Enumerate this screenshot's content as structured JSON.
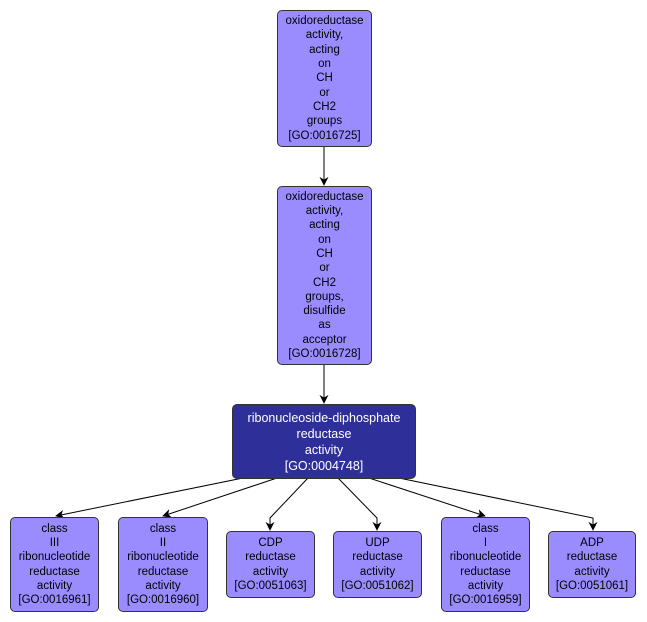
{
  "colors": {
    "node_fill": "#9a8cff",
    "focus_fill": "#2f2f99",
    "edge": "#000000",
    "background": "#ffffff"
  },
  "nodes": [
    {
      "id": "GO:0016725",
      "lines": [
        "oxidoreductase",
        "activity,",
        "acting",
        "on",
        "CH",
        "or",
        "CH2",
        "groups",
        "[GO:0016725]"
      ]
    },
    {
      "id": "GO:0016728",
      "lines": [
        "oxidoreductase",
        "activity,",
        "acting",
        "on",
        "CH",
        "or",
        "CH2",
        "groups,",
        "disulfide",
        "as",
        "acceptor",
        "[GO:0016728]"
      ]
    },
    {
      "id": "GO:0004748",
      "focus": true,
      "lines": [
        "ribonucleoside-diphosphate",
        "reductase",
        "activity",
        "[GO:0004748]"
      ]
    },
    {
      "id": "GO:0016961",
      "lines": [
        "class",
        "III",
        "ribonucleotide",
        "reductase",
        "activity",
        "[GO:0016961]"
      ]
    },
    {
      "id": "GO:0016960",
      "lines": [
        "class",
        "II",
        "ribonucleotide",
        "reductase",
        "activity",
        "[GO:0016960]"
      ]
    },
    {
      "id": "GO:0051063",
      "lines": [
        "CDP",
        "reductase",
        "activity",
        "[GO:0051063]"
      ]
    },
    {
      "id": "GO:0051062",
      "lines": [
        "UDP",
        "reductase",
        "activity",
        "[GO:0051062]"
      ]
    },
    {
      "id": "GO:0016959",
      "lines": [
        "class",
        "I",
        "ribonucleotide",
        "reductase",
        "activity",
        "[GO:0016959]"
      ]
    },
    {
      "id": "GO:0051061",
      "lines": [
        "ADP",
        "reductase",
        "activity",
        "[GO:0051061]"
      ]
    }
  ],
  "edges": [
    {
      "from": "GO:0016725",
      "to": "GO:0016728"
    },
    {
      "from": "GO:0016728",
      "to": "GO:0004748"
    },
    {
      "from": "GO:0004748",
      "to": "GO:0016961"
    },
    {
      "from": "GO:0004748",
      "to": "GO:0016960"
    },
    {
      "from": "GO:0004748",
      "to": "GO:0051063"
    },
    {
      "from": "GO:0004748",
      "to": "GO:0051062"
    },
    {
      "from": "GO:0004748",
      "to": "GO:0016959"
    },
    {
      "from": "GO:0004748",
      "to": "GO:0051061"
    }
  ]
}
